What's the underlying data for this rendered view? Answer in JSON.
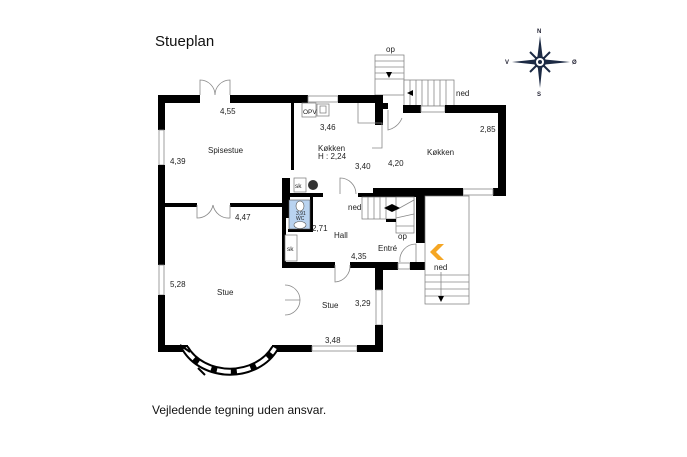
{
  "title": "Stueplan",
  "disclaimer": "Vejledende tegning uden ansvar.",
  "compass": {
    "n": "N",
    "s": "S",
    "e": "Ø",
    "w": "V"
  },
  "rooms": {
    "spisestue": {
      "name": "Spisestue",
      "width": "4,55",
      "depth": "4,39"
    },
    "stue_large": {
      "name": "Stue",
      "width": "4,47",
      "depth": "5,28"
    },
    "kokken_small": {
      "name": "Køkken",
      "height": "H : 2,24",
      "width": "3,46",
      "depth": "3,40"
    },
    "kokken": {
      "name": "Køkken",
      "width": "4,20",
      "depth": "2,85"
    },
    "hall": {
      "name": "Hall",
      "width": "4,35",
      "depth": "2,71"
    },
    "entre": {
      "name": "Entré"
    },
    "stue_small": {
      "name": "Stue",
      "width": "3,48",
      "depth": "3,29"
    },
    "wc": {
      "name": "WC",
      "area": "3,91"
    }
  },
  "fixtures": {
    "opv": "OPV",
    "sk1": "sk",
    "sk2": "sk"
  },
  "stairs": {
    "top_up": "op",
    "top_down": "ned",
    "hall_down": "ned",
    "hall_up": "op",
    "entry_down": "ned"
  },
  "colors": {
    "entrance_arrow": "#f5a623",
    "wc_fill": "#b9d3f0"
  }
}
